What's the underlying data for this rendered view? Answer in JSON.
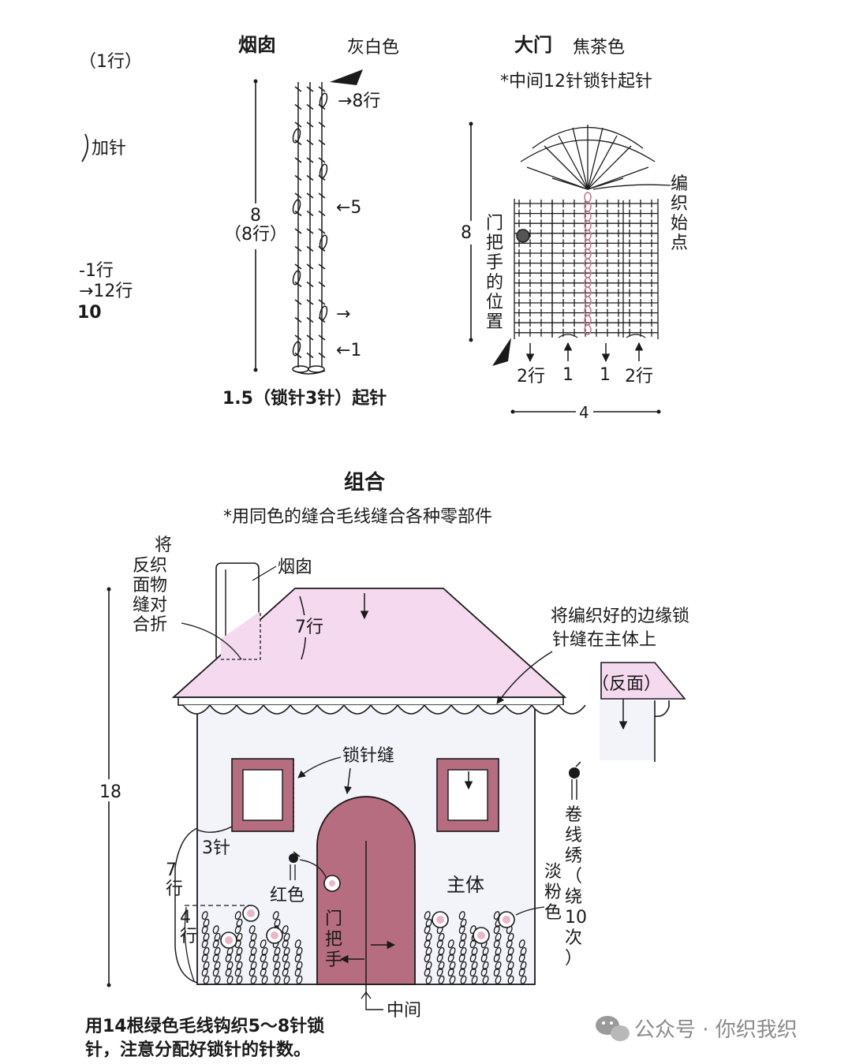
{
  "colors": {
    "roof": "#f4d9ef",
    "wall": "#f3f3fa",
    "door": "#b56d7f",
    "window_frame": "#b56d7f",
    "flower": "#eab6c8",
    "ink": "#1a1a1a"
  },
  "left_margin": {
    "row_1": "（1行）",
    "increase": "加针",
    "row_minus_1": "-1行",
    "row_12": "→12行",
    "num_10": "10"
  },
  "chimney_chart": {
    "title": "烟囱",
    "color_name": "灰白色",
    "row_8": "→8行",
    "row_5": "←5",
    "arrow_right": "→",
    "row_1": "←1",
    "height_num": "8",
    "height_rows": "（8行）",
    "foundation": "1.5（锁针3针）起针"
  },
  "door_chart": {
    "title": "大门",
    "color_name": "焦茶色",
    "note": "*中间12针锁针起针",
    "start_point": [
      "编",
      "织",
      "始",
      "点"
    ],
    "handle_position": [
      "门",
      "把",
      "手",
      "的",
      "位",
      "置"
    ],
    "height_num": "8",
    "bottom_labels": [
      "2行",
      "1",
      "1",
      "2行"
    ],
    "width_num": "4"
  },
  "assembly": {
    "title": "组合",
    "note": "*用同色的缝合毛线缝合各种零部件",
    "fold_note": [
      "将",
      "反织",
      "面物",
      "缝对",
      "合折"
    ],
    "chimney": "烟囱",
    "roof_rows": "7行",
    "edge_note_1": "将编织好的边缘锁",
    "edge_note_2": "针缝在主体上",
    "reverse_side": "（反面）",
    "chain_stitch": "锁针缝",
    "height_18": "18",
    "stitch_3": "3针",
    "rows_7": [
      "7",
      "行"
    ],
    "red_color": "红色",
    "door_handle": [
      "门",
      "把",
      "手"
    ],
    "main_body": "主体",
    "light_pink": [
      "淡",
      "粉",
      "色"
    ],
    "wrap_stitch": [
      "卷",
      "线",
      "绣",
      "（",
      "绕",
      "10",
      "次",
      "）"
    ],
    "rows_4": [
      "4",
      "行"
    ],
    "middle": "中间",
    "bottom_note_1": "用14根绿色毛线钩织5～8针锁",
    "bottom_note_2": "针，注意分配好锁针的针数。"
  },
  "watermark": {
    "text": "公众号 · 你织我织"
  }
}
